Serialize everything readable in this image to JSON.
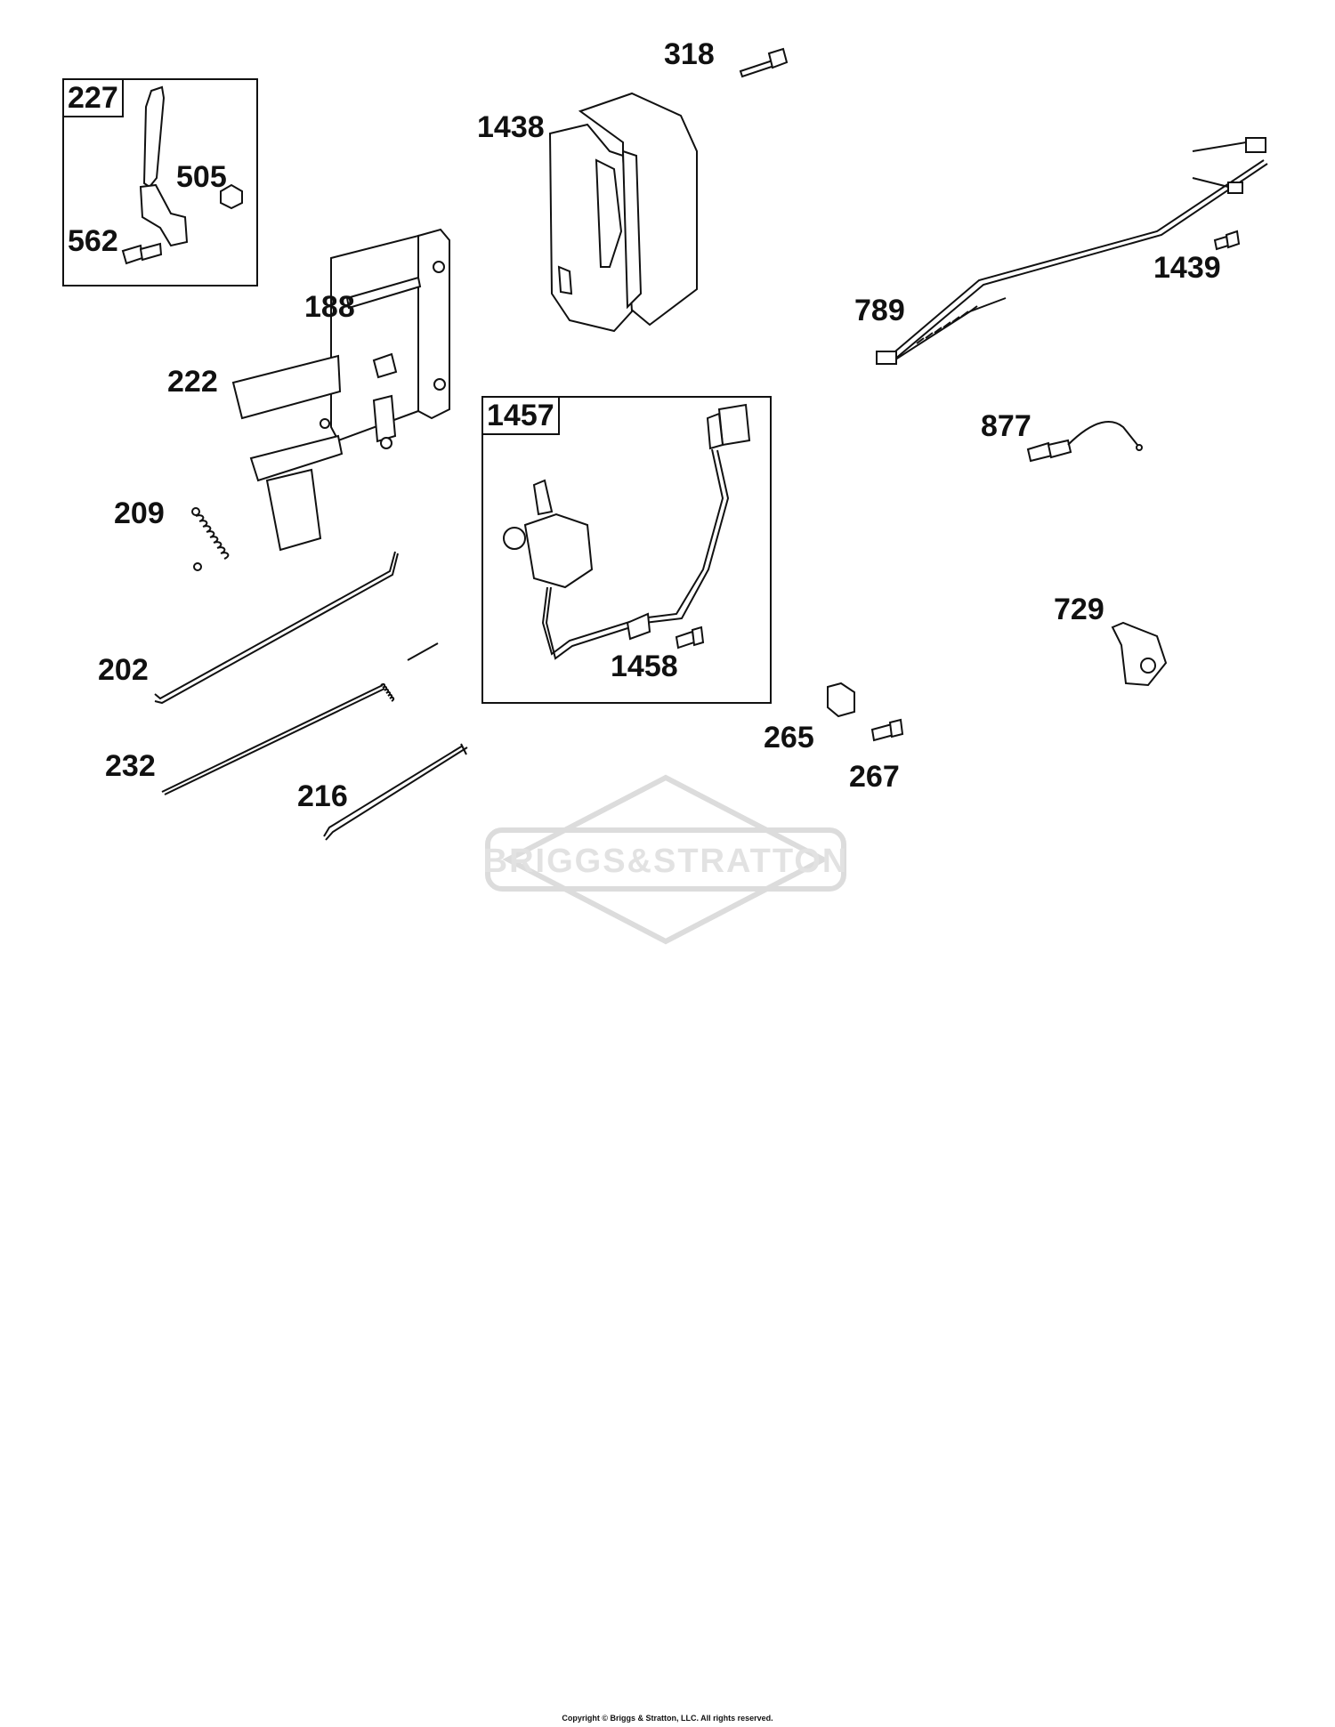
{
  "callouts": {
    "p318": "318",
    "p1438": "1438",
    "p505": "505",
    "p562": "562",
    "p188": "188",
    "p222": "222",
    "p209": "209",
    "p202": "202",
    "p232": "232",
    "p216": "216",
    "p1458": "1458",
    "p1439": "1439",
    "p789": "789",
    "p877": "877",
    "p729": "729",
    "p265": "265",
    "p267": "267"
  },
  "kits": {
    "k227": "227",
    "k1457": "1457"
  },
  "watermark": "BRIGGS & STRATTON",
  "copyright": "Copyright © Briggs & Stratton, LLC. All rights reserved.",
  "colors": {
    "line": "#111111",
    "watermark": "#d9d9d9"
  }
}
